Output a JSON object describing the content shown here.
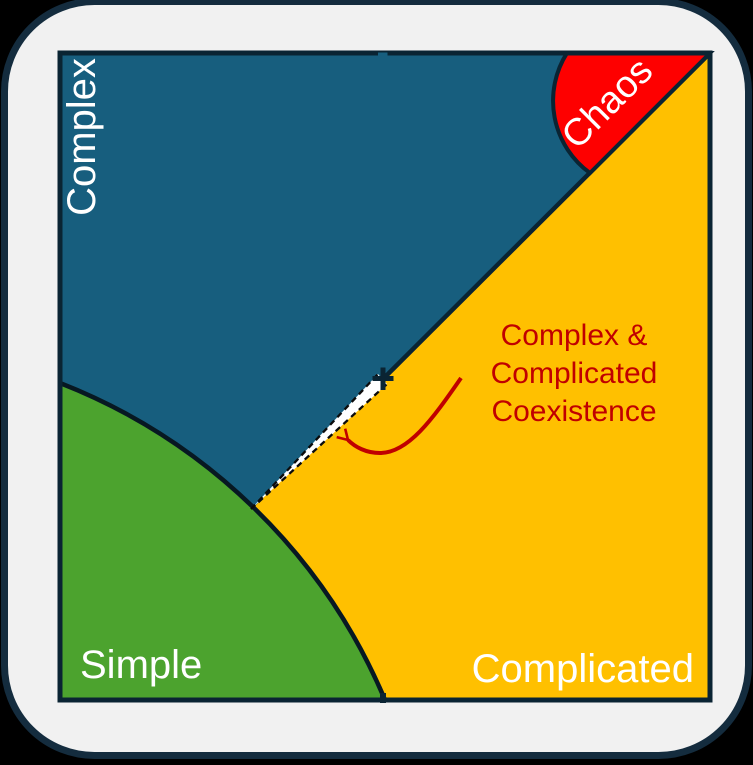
{
  "frame": {
    "background": "#F1F1F1",
    "ring_color": "#142C3E",
    "outer_background": "#000000"
  },
  "diagram": {
    "line_color": "#0A2433",
    "curve_color": "#071822",
    "label_color": "#FFFFFF",
    "band": {
      "fill": "#FFFFFF",
      "dash_color": "#0B0B0B"
    },
    "regions": {
      "complex": {
        "label": "Complex",
        "color": "#175E7E"
      },
      "complicated": {
        "label": "Complicated",
        "color": "#FFC000"
      },
      "simple": {
        "label": "Simple",
        "color": "#4CA32E"
      },
      "chaos": {
        "label": "Chaos",
        "color": "#FE0000"
      }
    },
    "annotation": {
      "lines": [
        "Complex &",
        "Complicated",
        "Coexistence"
      ],
      "color": "#C00000"
    }
  }
}
